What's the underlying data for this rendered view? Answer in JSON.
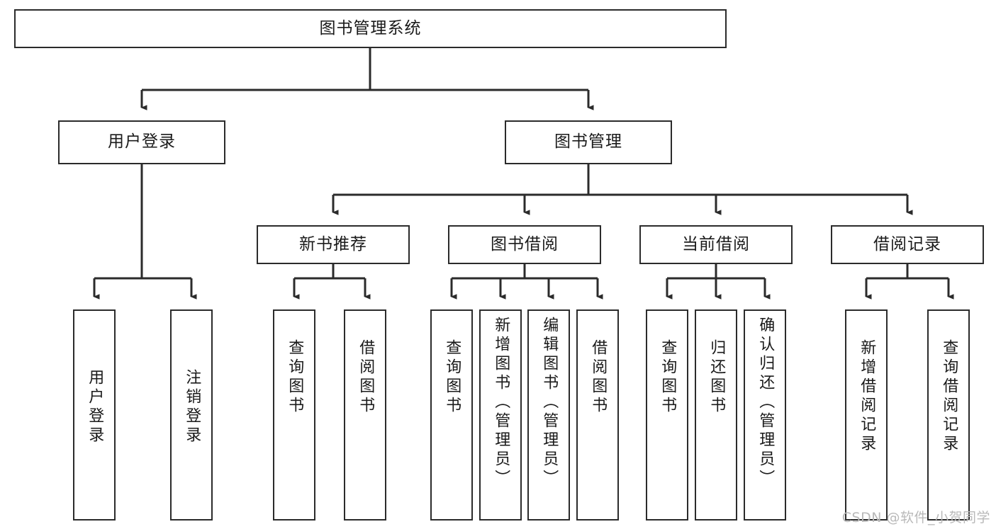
{
  "diagram": {
    "title": "图书管理系统",
    "type": "tree-hierarchy-diagram",
    "root": {
      "id": "root",
      "label": "图书管理系统"
    },
    "level2": [
      {
        "id": "user-login",
        "label": "用户登录"
      },
      {
        "id": "book-manage",
        "label": "图书管理"
      }
    ],
    "level3": [
      {
        "id": "new-book-rec",
        "label": "新书推荐"
      },
      {
        "id": "book-borrow",
        "label": "图书借阅"
      },
      {
        "id": "current-borrow",
        "label": "当前借阅"
      },
      {
        "id": "borrow-record",
        "label": "借阅记录"
      }
    ],
    "leaves": {
      "user_login": [
        {
          "id": "leaf-user-login",
          "label": "用户登录"
        },
        {
          "id": "leaf-logout",
          "label": "注销登录"
        }
      ],
      "new_book_rec": [
        {
          "id": "leaf-query-book-1",
          "label": "查询图书"
        },
        {
          "id": "leaf-borrow-book-1",
          "label": "借阅图书"
        }
      ],
      "book_borrow": [
        {
          "id": "leaf-query-book-2",
          "label": "查询图书"
        },
        {
          "id": "leaf-add-book",
          "label": "新增图书（管理员）"
        },
        {
          "id": "leaf-edit-book",
          "label": "编辑图书（管理员）"
        },
        {
          "id": "leaf-borrow-book-2",
          "label": "借阅图书"
        }
      ],
      "current_borrow": [
        {
          "id": "leaf-query-book-3",
          "label": "查询图书"
        },
        {
          "id": "leaf-return-book",
          "label": "归还图书"
        },
        {
          "id": "leaf-confirm-return",
          "label": "确认归还（管理员）"
        }
      ],
      "borrow_record": [
        {
          "id": "leaf-add-record",
          "label": "新增借阅记录"
        },
        {
          "id": "leaf-query-record",
          "label": "查询借阅记录"
        }
      ]
    }
  },
  "watermark": {
    "text": "CSDN @软件_小贺同学"
  },
  "colors": {
    "background": "#ffffff",
    "node_border": "#2b2b2b",
    "node_fill": "#ffffff",
    "text": "#1a1a1a",
    "edge": "#2b2b2b",
    "watermark": "#b9b9b9"
  }
}
